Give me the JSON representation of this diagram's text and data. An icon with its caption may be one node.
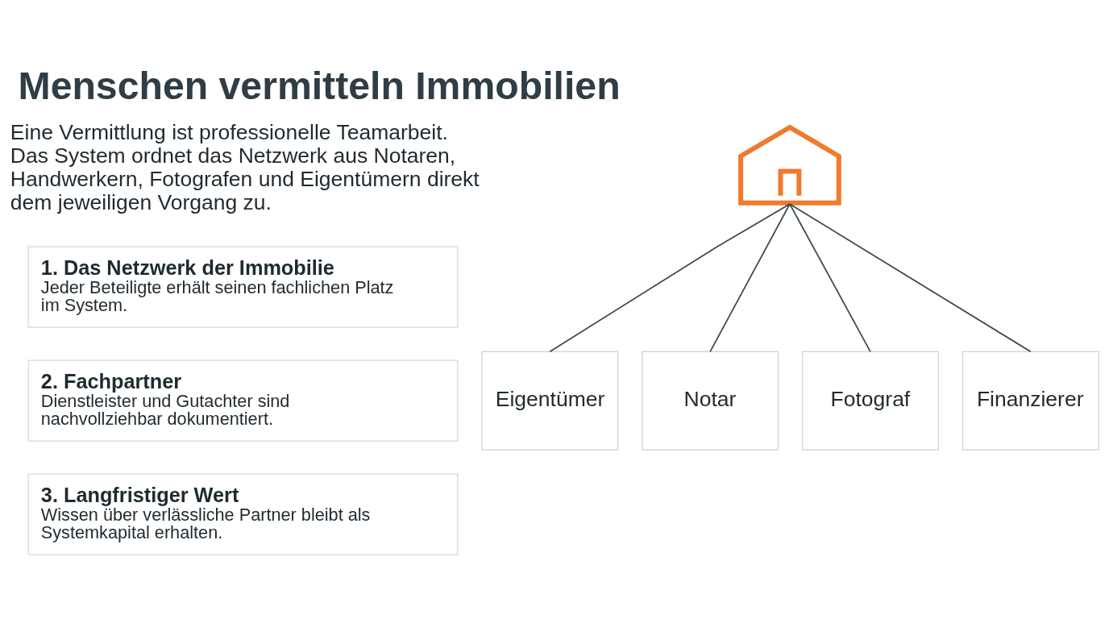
{
  "diagram": {
    "title": "Menschen vermitteln Immobilien",
    "nodes": [
      {
        "text": [
          "1. Das Netzwerk der Immobilie",
          "Jeder Beteiligte erhält seinen fachlichen Platz im System."
        ]
      },
      {
        "text": [
          "2. Fachpartner",
          "Dienstleister und Gutachter sind nachvollziehbar dokumentiert."
        ]
      },
      {
        "text": [
          "3. Langfristiger Wert",
          "Wissen über verlässliche Partner bleibt als Systemkapital erhalten."
        ]
      },
      {
        "text": [],
        "shape": "picture"
      },
      {
        "text": [
          "Eigentümer"
        ]
      },
      {
        "text": [
          "Notar"
        ]
      },
      {
        "text": [
          "Fotograf"
        ]
      },
      {
        "text": [
          "Finanzierer"
        ]
      }
    ],
    "edges": [
      {
        "from": 3,
        "to": 4,
        "arrow": "none"
      },
      {
        "from": 3,
        "to": 5,
        "arrow": "none"
      },
      {
        "from": 3,
        "to": 6,
        "arrow": "none"
      },
      {
        "from": 3,
        "to": 7,
        "arrow": "none"
      }
    ],
    "labels": [
      "Eine Vermittlung ist professionelle Teamarbeit. Das System ordnet das Netzwerk aus Notaren, Handwerkern, Fotografen und Eigentümern direkt dem jeweiligen Vorgang zu."
    ]
  }
}
